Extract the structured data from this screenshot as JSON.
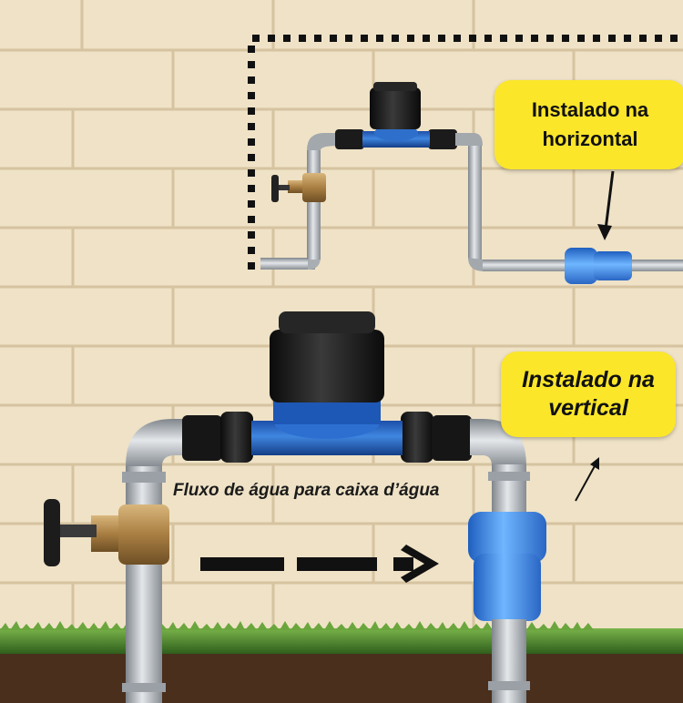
{
  "callout_horizontal": {
    "line1": "Instalado na",
    "line2": "horizontal"
  },
  "callout_vertical": {
    "line1": "Instalado na",
    "line2": "vertical"
  },
  "flow_label": "Fluxo de água para caixa d’água",
  "colors": {
    "wall": "#efe2c6",
    "mortar": "#d9c7a4",
    "callout": "#fbe62a",
    "pipe": "#b7bcc1",
    "meter_body": "#2d6fd0",
    "meter_cap": "#1b1b1b",
    "valve": "#b08a4e",
    "check_valve": "#3b8fe8",
    "grass": "#4e8a2e",
    "soil": "#4a2f1d"
  }
}
